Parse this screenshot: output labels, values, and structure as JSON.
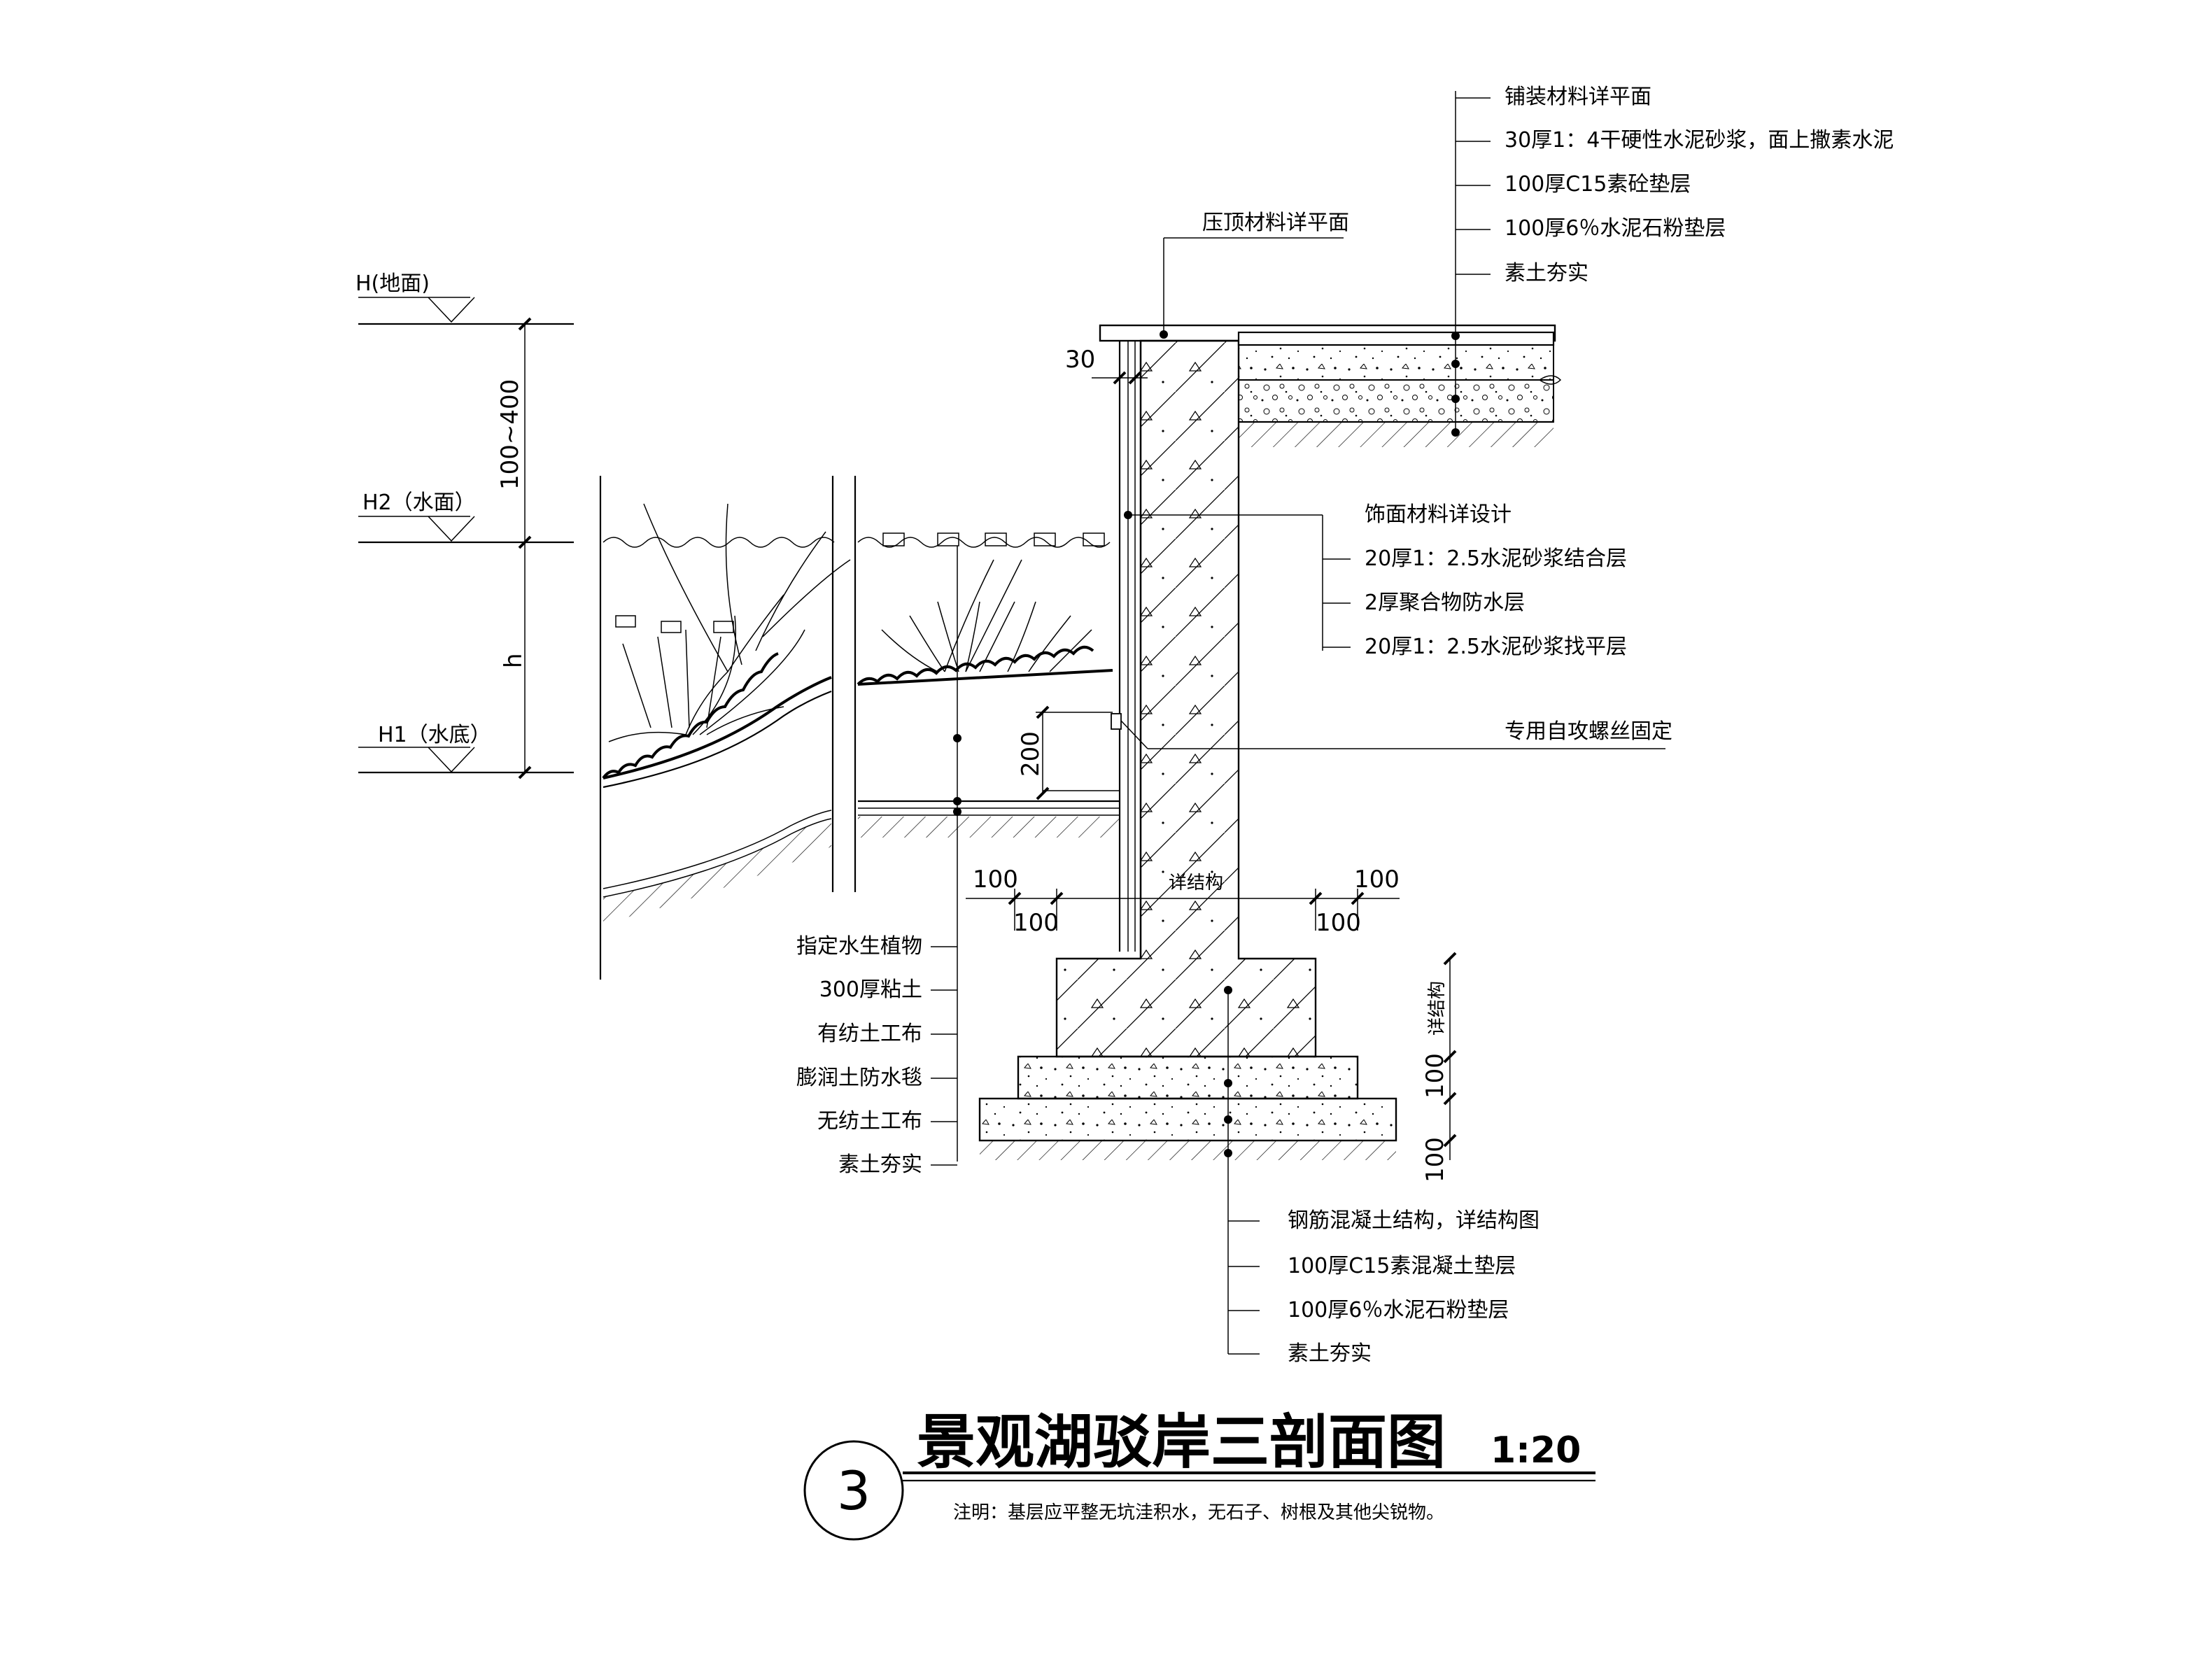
{
  "title": {
    "number": "3",
    "text": "景观湖驳岸三剖面图",
    "scale": "1:20",
    "note": "注明：基层应平整无坑洼积水，无石子、树根及其他尖锐物。"
  },
  "levels": {
    "ground": "H(地面)",
    "water": "H2（水面）",
    "bottom": "H1（水底）"
  },
  "dimensions": {
    "range": "100~400",
    "h": "h",
    "d30": "30",
    "d200": "200",
    "d100_top_left": "100",
    "d100_bottom_left": "100",
    "d100_bottom_right": "100",
    "d100_top_right": "100",
    "d100_footing1": "100",
    "d100_footing2": "100",
    "detail_top": "详结构",
    "detail_side": "详结构"
  },
  "annotations": {
    "coping": "压顶材料详平面",
    "pavement": [
      "铺装材料详平面",
      "30厚1：4干硬性水泥砂浆，面上撒素水泥",
      "100厚C15素砼垫层",
      "100厚6％水泥石粉垫层",
      "素土夯实"
    ],
    "facing": [
      "饰面材料详设计",
      "20厚1：2.5水泥砂浆结合层",
      "2厚聚合物防水层",
      "20厚1：2.5水泥砂浆找平层"
    ],
    "screw": "专用自攻螺丝固定",
    "lakebed": [
      "指定水生植物",
      "300厚粘土",
      "有纺土工布",
      "膨润土防水毯",
      "无纺土工布",
      "素土夯实"
    ],
    "foundation": [
      "钢筋混凝土结构，详结构图",
      "100厚C15素混凝土垫层",
      "100厚6％水泥石粉垫层",
      "素土夯实"
    ]
  }
}
